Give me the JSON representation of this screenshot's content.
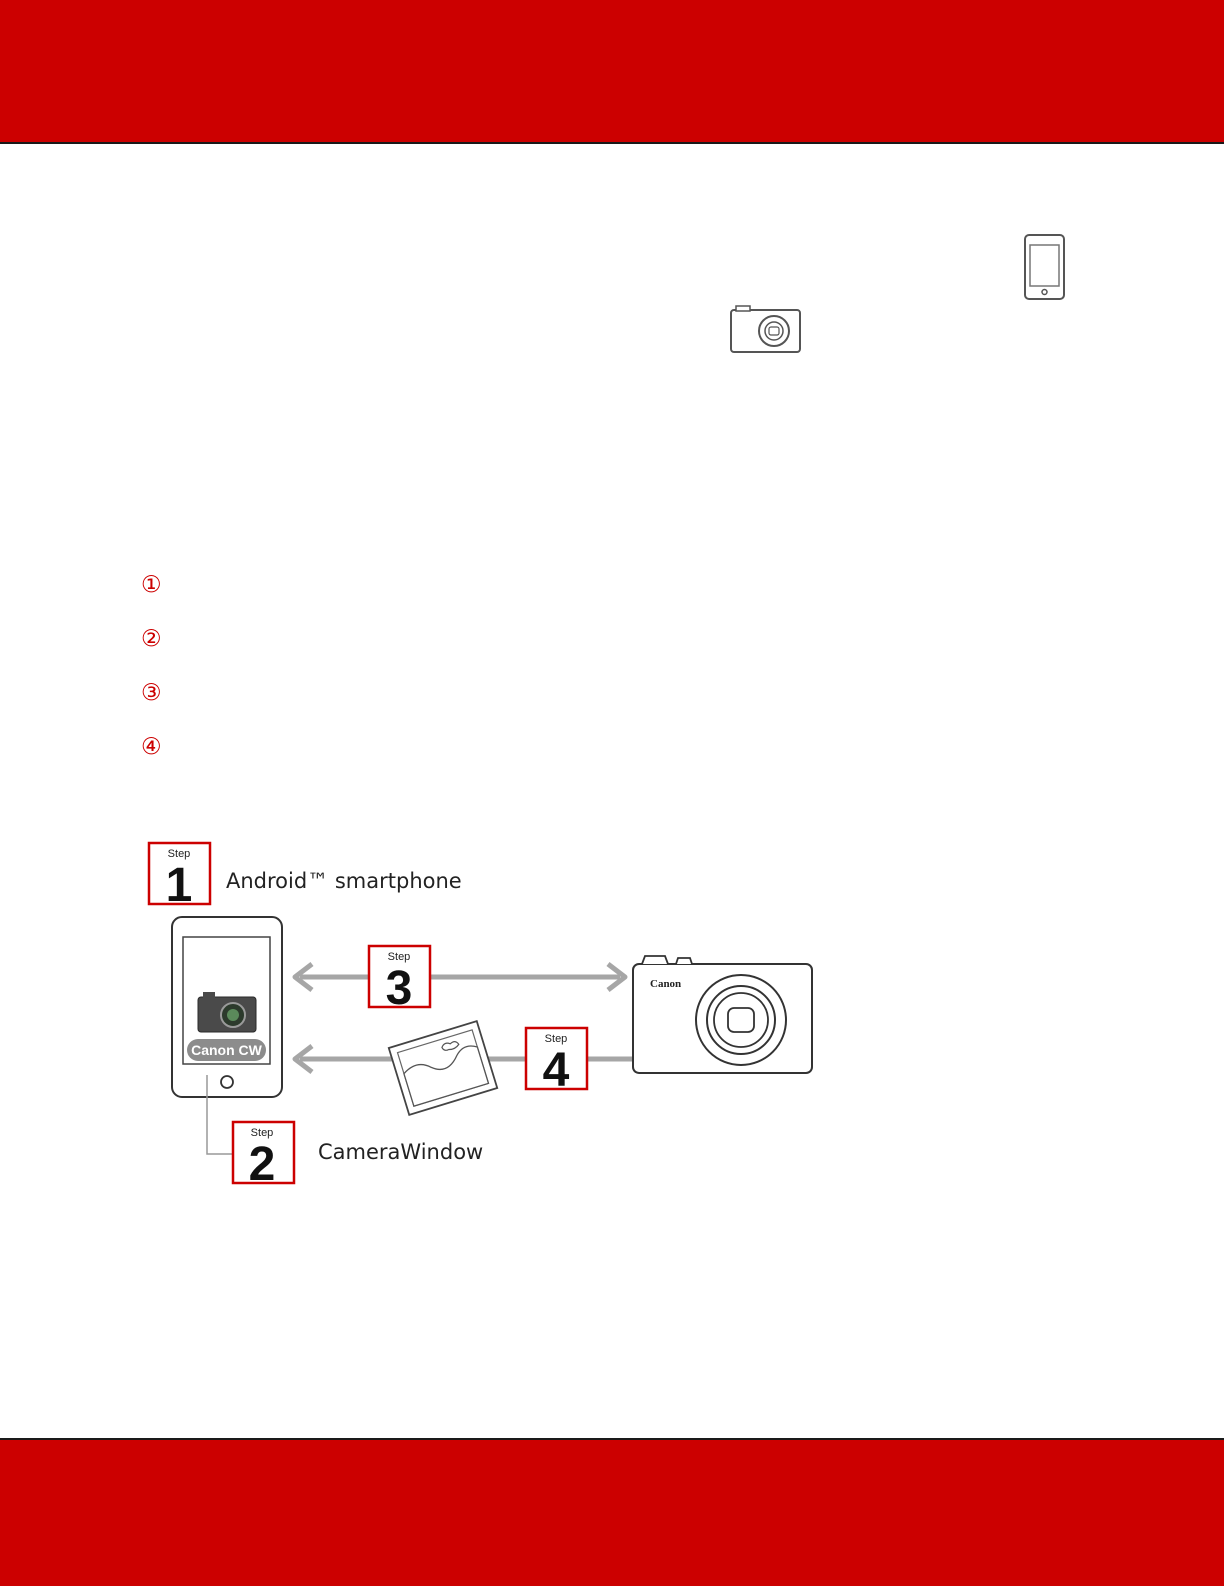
{
  "colors": {
    "brand_red": "#cc0000",
    "arrow_gray": "#a6a6a6",
    "outline": "#333333"
  },
  "icons": {
    "header_smartphone": "smartphone-icon",
    "header_camera": "camera-icon"
  },
  "step_markers": [
    "①",
    "②",
    "③",
    "④"
  ],
  "diagram": {
    "step_word": "Step",
    "steps": [
      "1",
      "2",
      "3",
      "4"
    ],
    "smartphone_label": "Android™ smartphone",
    "app_label": "CameraWindow",
    "app_icon_label": "Canon CW",
    "camera_brand": "Canon"
  }
}
